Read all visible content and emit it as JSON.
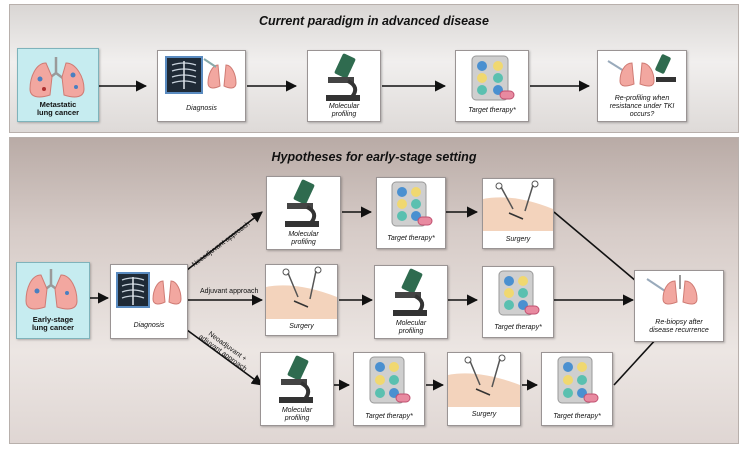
{
  "top_panel": {
    "title": "Current paradigm in advanced disease",
    "steps": [
      "Metastatic\nlung cancer",
      "Diagnosis",
      "Molecular\nprofiling",
      "Target therapy*",
      "Re-profiling when\nresistance under TKI\noccurs?"
    ]
  },
  "bottom_panel": {
    "title": "Hypotheses for early-stage setting",
    "start": "Early-stage\nlung cancer",
    "diagnosis": "Diagnosis",
    "end": "Re-biopsy after\ndisease recurrence",
    "branch_labels": {
      "neoadjuvant": "Neoadjuvant approach",
      "adjuvant": "Adjuvant approach",
      "combined": "Neoadjuvant +\nadjuvant approach"
    },
    "neoadjuvant_steps": [
      "Molecular\nprofiling",
      "Target therapy*",
      "Surgery"
    ],
    "adjuvant_steps": [
      "Surgery",
      "Molecular\nprofiling",
      "Target therapy*"
    ],
    "combined_steps": [
      "Molecular\nprofiling",
      "Target therapy*",
      "Surgery",
      "Target therapy*"
    ]
  },
  "icons": {
    "lungs": "lungs-icon",
    "xray": "chest-xray-icon",
    "microscope": "microscope-icon",
    "pills": "pill-pack-icon",
    "surgery": "surgery-icon",
    "biopsy": "biopsy-lungs-icon"
  }
}
